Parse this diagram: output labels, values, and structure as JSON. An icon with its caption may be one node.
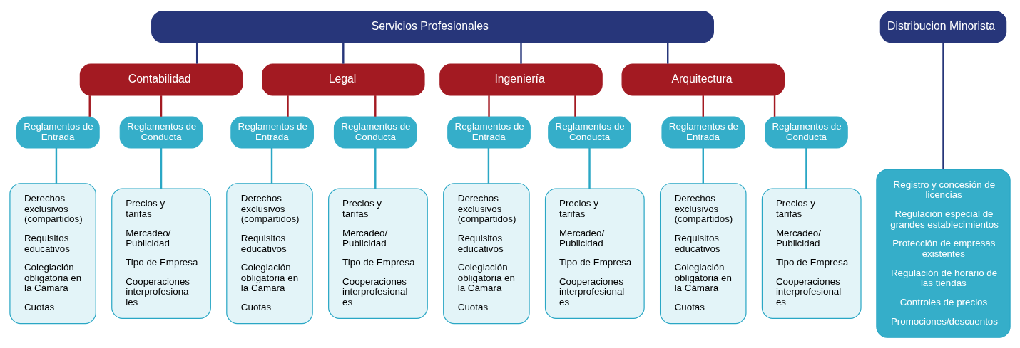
{
  "diagram": {
    "nodes": [
      {
        "text": [
          "Servicios Profesionales"
        ]
      },
      {
        "text": [
          "Distribucion Minorista"
        ]
      },
      {
        "text": [
          "Contabilidad"
        ]
      },
      {
        "text": [
          "Legal"
        ]
      },
      {
        "text": [
          "Ingeniería"
        ]
      },
      {
        "text": [
          "Arquitectura"
        ]
      },
      {
        "text": [
          "Reglamentos de Entrada"
        ]
      },
      {
        "text": [
          "Reglamentos de Conducta"
        ]
      },
      {
        "text": [
          "Reglamentos de Entrada"
        ]
      },
      {
        "text": [
          "Reglamentos de Conducta"
        ]
      },
      {
        "text": [
          "Reglamentos de Entrada"
        ]
      },
      {
        "text": [
          "Reglamentos de Conducta"
        ]
      },
      {
        "text": [
          "Reglamentos de Entrada"
        ]
      },
      {
        "text": [
          "Reglamentos de Conducta"
        ]
      },
      {
        "text": [
          "Derechos exclusivos (compartidos)",
          "Requisitos educativos",
          "Colegiación obligatoria en la Cámara",
          "Cuotas"
        ]
      },
      {
        "text": [
          "Precios y tarifas",
          "Mercadeo/ Publicidad",
          "Tipo de Empresa",
          "Cooperaciones interprofesiona les"
        ]
      },
      {
        "text": [
          "Derechos exclusivos (compartidos)",
          "Requisitos educativos",
          "Colegiación obligatoria en la Cámara",
          "Cuotas"
        ]
      },
      {
        "text": [
          "Precios y tarifas",
          "Mercadeo/ Publicidad",
          "Tipo de Empresa",
          "Cooperaciones interprofesional es"
        ]
      },
      {
        "text": [
          "Derechos exclusivos (compartidos)",
          "Requisitos educativos",
          "Colegiación obligatoria en la Cámara",
          "Cuotas"
        ]
      },
      {
        "text": [
          "Precios y tarifas",
          "Mercadeo/ Publicidad",
          "Tipo de Empresa",
          "Cooperaciones interprofesional es"
        ]
      },
      {
        "text": [
          "Derechos exclusivos (compartidos)",
          "Requisitos educativos",
          "Colegiación obligatoria en la Cámara",
          "Cuotas"
        ]
      },
      {
        "text": [
          "Precios y tarifas",
          "Mercadeo/ Publicidad",
          "Tipo de Empresa",
          "Cooperaciones interprofesional es"
        ]
      },
      {
        "text": [
          "Registro y concesión de licencias",
          "Regulación especial de grandes establecimientos",
          "Protección de empresas existentes",
          "Regulación de horario de las tiendas",
          "Controles de precios",
          "Promociones/descuentos"
        ]
      }
    ],
    "edges": [
      {
        "from": 0,
        "to": 2,
        "arrow": "none",
        "color": "#27367a"
      },
      {
        "from": 0,
        "to": 3,
        "arrow": "none",
        "color": "#27367a"
      },
      {
        "from": 0,
        "to": 4,
        "arrow": "none",
        "color": "#27367a"
      },
      {
        "from": 0,
        "to": 5,
        "arrow": "none",
        "color": "#27367a"
      },
      {
        "from": 1,
        "to": 22,
        "arrow": "none",
        "color": "#27367a"
      },
      {
        "from": 2,
        "to": 6,
        "arrow": "none",
        "color": "#a31a22"
      },
      {
        "from": 2,
        "to": 7,
        "arrow": "none",
        "color": "#a31a22"
      },
      {
        "from": 3,
        "to": 8,
        "arrow": "none",
        "color": "#a31a22"
      },
      {
        "from": 3,
        "to": 9,
        "arrow": "none",
        "color": "#a31a22"
      },
      {
        "from": 4,
        "to": 10,
        "arrow": "none",
        "color": "#a31a22"
      },
      {
        "from": 4,
        "to": 11,
        "arrow": "none",
        "color": "#a31a22"
      },
      {
        "from": 5,
        "to": 12,
        "arrow": "none",
        "color": "#a31a22"
      },
      {
        "from": 5,
        "to": 13,
        "arrow": "none",
        "color": "#a31a22"
      },
      {
        "from": 6,
        "to": 14,
        "arrow": "none",
        "color": "#2aa7c5"
      },
      {
        "from": 7,
        "to": 15,
        "arrow": "none",
        "color": "#2aa7c5"
      },
      {
        "from": 8,
        "to": 16,
        "arrow": "none",
        "color": "#2aa7c5"
      },
      {
        "from": 9,
        "to": 17,
        "arrow": "none",
        "color": "#2aa7c5"
      },
      {
        "from": 10,
        "to": 18,
        "arrow": "none",
        "color": "#2aa7c5"
      },
      {
        "from": 11,
        "to": 19,
        "arrow": "none",
        "color": "#2aa7c5"
      },
      {
        "from": 12,
        "to": 20,
        "arrow": "none",
        "color": "#2aa7c5"
      },
      {
        "from": 13,
        "to": 21,
        "arrow": "none",
        "color": "#2aa7c5"
      }
    ]
  }
}
